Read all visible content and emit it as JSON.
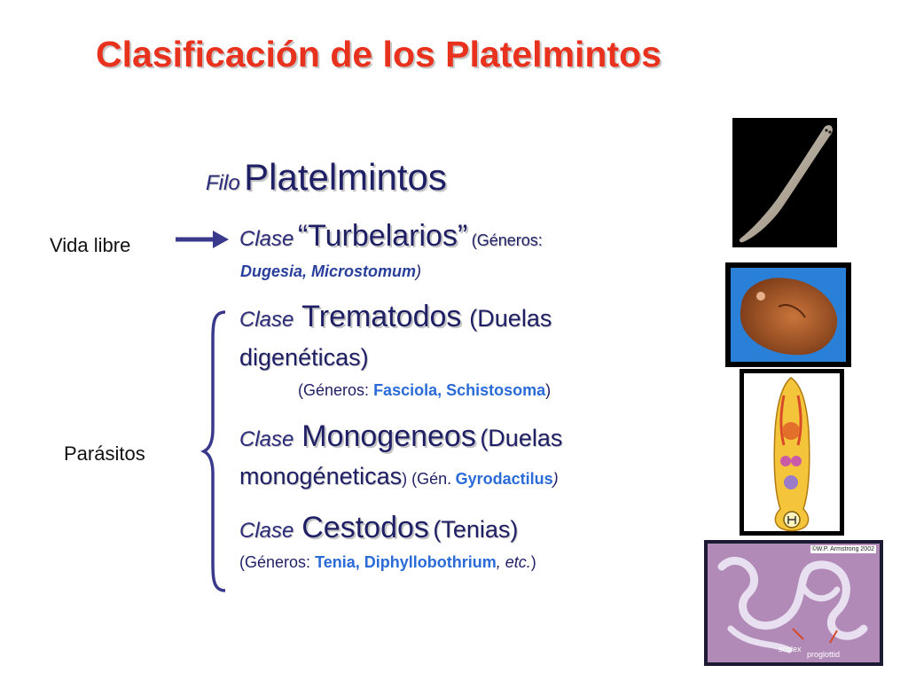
{
  "title": "Clasificación de los Platelmintos",
  "phylum": {
    "prefix": "Filo",
    "name": "Platelmintos"
  },
  "side_labels": {
    "free_living": "Vida libre",
    "parasites": "Parásitos"
  },
  "classes": {
    "clase_word": "Clase",
    "turbelarios": {
      "name": "“Turbelarios”",
      "open": "(Géneros:",
      "genera": "Dugesia, Microstomum",
      "close": ")"
    },
    "trematodos": {
      "name": "Trematodos",
      "note_1": "(Duelas",
      "note_2": "digenéticas)",
      "gen_open": "(Géneros:",
      "genera": "Fasciola, Schistosoma",
      "close": ")"
    },
    "monogeneos": {
      "name": "Monogeneos",
      "note_1": "(Duelas",
      "note_2": "monogéneticas",
      "gen_open": ") (Gén.",
      "genera": "Gyrodactilus",
      "close": ")"
    },
    "cestodos": {
      "name": "Cestodos",
      "note_1": "(Tenias)",
      "gen_open": "(Géneros:",
      "genera": "Tenia, Diphyllobothrium",
      "etc": ", etc.",
      "close": ")"
    }
  },
  "images": {
    "photo_4": {
      "copyright": "©W.P. Armstrong 2002",
      "label_scolex": "scolex",
      "label_proglottid": "proglottid"
    }
  },
  "colors": {
    "title": "#e8321e",
    "text": "#1f1f66",
    "genera": "#2a6bd8",
    "arrow": "#3a3a8c"
  }
}
